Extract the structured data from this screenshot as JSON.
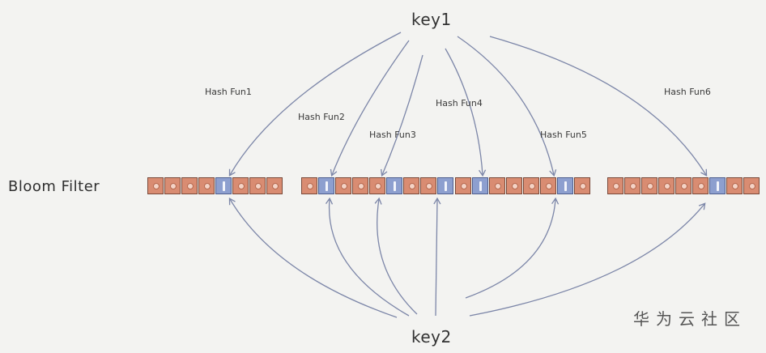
{
  "keys": {
    "key1": "key1",
    "key2": "key2"
  },
  "hash_functions": [
    "Hash Fun1",
    "Hash Fun2",
    "Hash Fun3",
    "Hash Fun4",
    "Hash Fun5",
    "Hash Fun6"
  ],
  "bloom_filter": {
    "label": "Bloom Filter",
    "blocks": [
      {
        "bits": [
          0,
          0,
          0,
          0,
          1,
          0,
          0,
          0
        ]
      },
      {
        "bits": [
          0,
          1,
          0,
          0,
          0,
          1,
          0,
          0,
          1
        ]
      },
      {
        "bits": [
          0,
          1,
          0,
          0,
          0,
          0,
          1,
          0
        ]
      },
      {
        "bits": [
          0,
          0,
          0,
          0,
          0,
          0,
          1,
          0,
          0
        ]
      }
    ]
  },
  "watermark": "华为云社区",
  "colors": {
    "bit_set": "#8d9fcf",
    "bit_unset": "#d98c72",
    "arrow": "#7c86a8",
    "background": "#f3f3f1"
  }
}
